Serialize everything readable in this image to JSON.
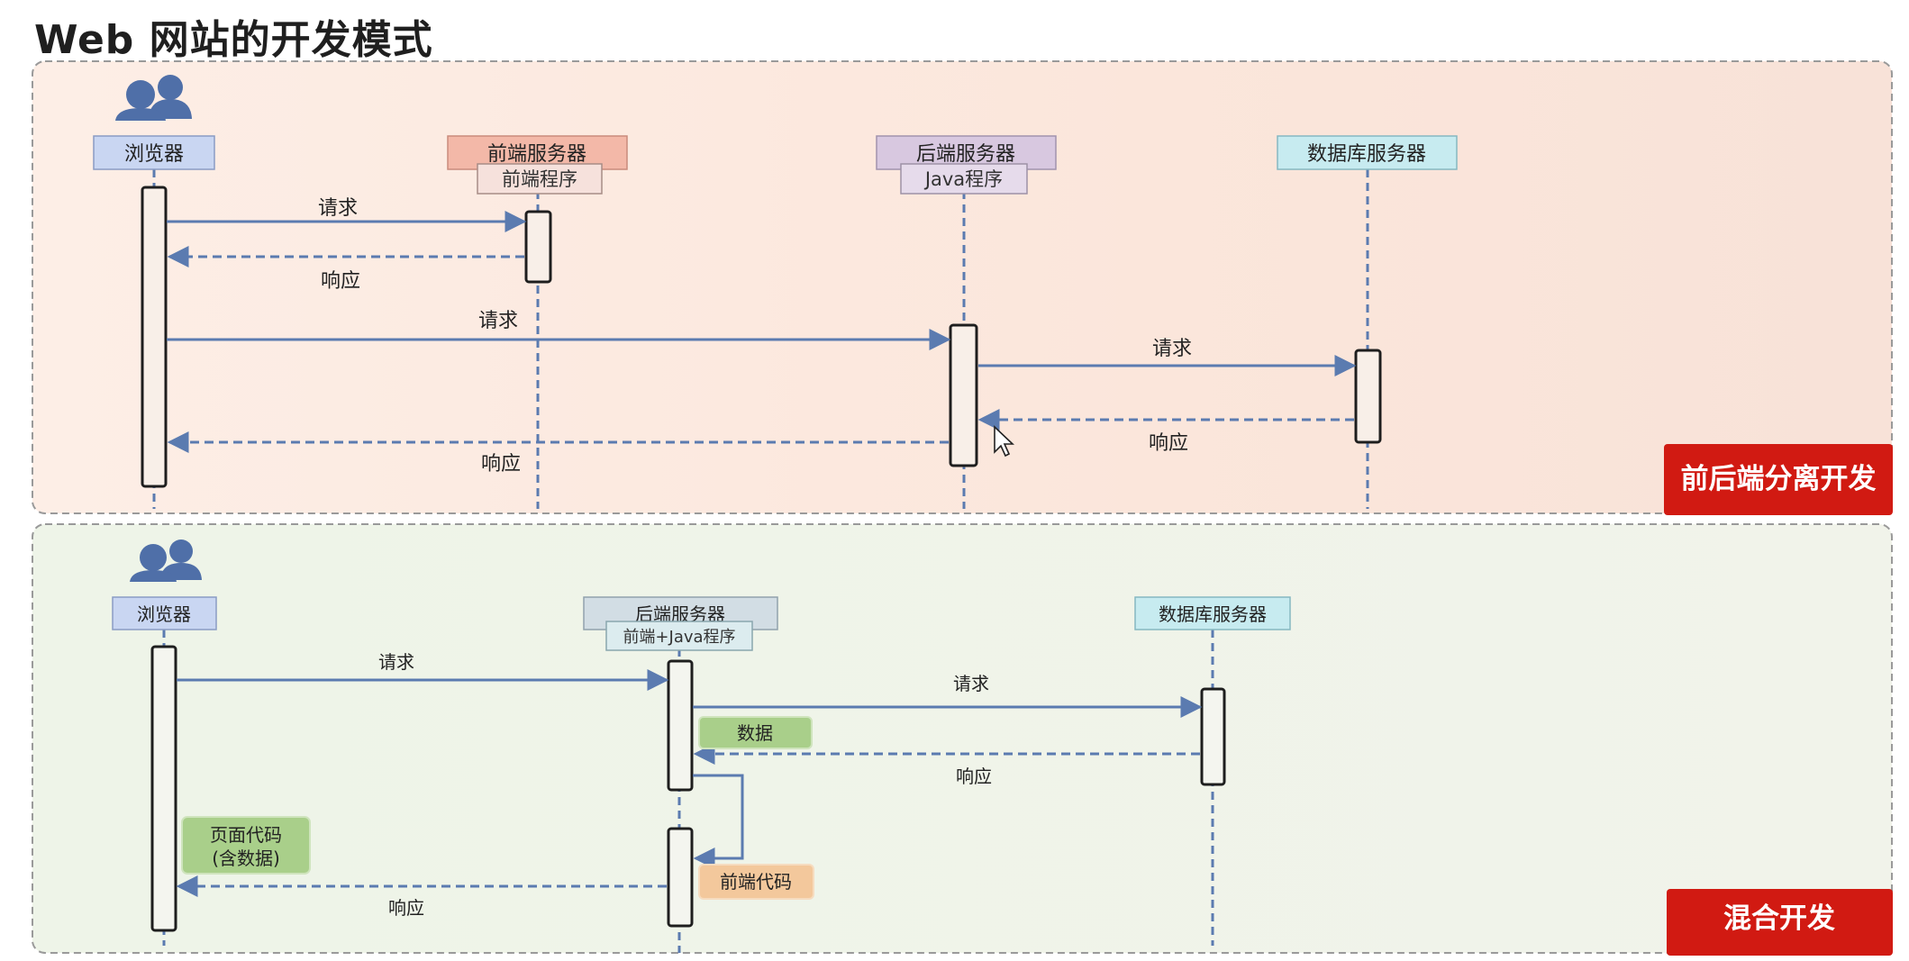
{
  "title": "Web 网站的开发模式",
  "top_section": {
    "badge": "前后端分离开发",
    "lifelines": [
      {
        "name": "浏览器",
        "subtitle": "",
        "color": "#c9d6f2"
      },
      {
        "name": "前端服务器",
        "subtitle": "前端程序",
        "color": "#f3b8a8"
      },
      {
        "name": "后端服务器",
        "subtitle": "Java程序",
        "color": "#d8c8e0"
      },
      {
        "name": "数据库服务器",
        "subtitle": "",
        "color": "#c7ebf0"
      }
    ],
    "messages": [
      {
        "label": "请求",
        "from": "浏览器",
        "to": "前端服务器",
        "kind": "request"
      },
      {
        "label": "响应",
        "from": "前端服务器",
        "to": "浏览器",
        "kind": "response"
      },
      {
        "label": "请求",
        "from": "浏览器",
        "to": "后端服务器",
        "kind": "request"
      },
      {
        "label": "请求",
        "from": "后端服务器",
        "to": "数据库服务器",
        "kind": "request"
      },
      {
        "label": "响应",
        "from": "数据库服务器",
        "to": "后端服务器",
        "kind": "response"
      },
      {
        "label": "响应",
        "from": "后端服务器",
        "to": "浏览器",
        "kind": "response"
      }
    ]
  },
  "bottom_section": {
    "badge": "混合开发",
    "lifelines": [
      {
        "name": "浏览器",
        "subtitle": "",
        "color": "#c9d6f2"
      },
      {
        "name": "后端服务器",
        "subtitle": "前端+Java程序",
        "color": "#d2dde4"
      },
      {
        "name": "数据库服务器",
        "subtitle": "",
        "color": "#c7ebf0"
      }
    ],
    "messages": [
      {
        "label": "请求",
        "from": "浏览器",
        "to": "后端服务器",
        "kind": "request"
      },
      {
        "label": "请求",
        "from": "后端服务器",
        "to": "数据库服务器",
        "kind": "request"
      },
      {
        "label": "响应",
        "from": "数据库服务器",
        "to": "后端服务器",
        "kind": "response"
      },
      {
        "label": "响应",
        "from": "后端服务器",
        "to": "浏览器",
        "kind": "response"
      }
    ],
    "notes": {
      "data": "数据",
      "frontend_code": "前端代码",
      "page_code_line1": "页面代码",
      "page_code_line2": "(含数据)"
    }
  },
  "icons": [
    "users-icon",
    "users-icon",
    "mouse-cursor-icon"
  ],
  "colors": {
    "arrow": "#5b7bb0",
    "badge_bg": "#d11a12",
    "top_bg": "#fbe9df",
    "bottom_bg": "#eef3e8",
    "note_green": "#a9cf8a",
    "note_orange": "#f3c89c"
  }
}
